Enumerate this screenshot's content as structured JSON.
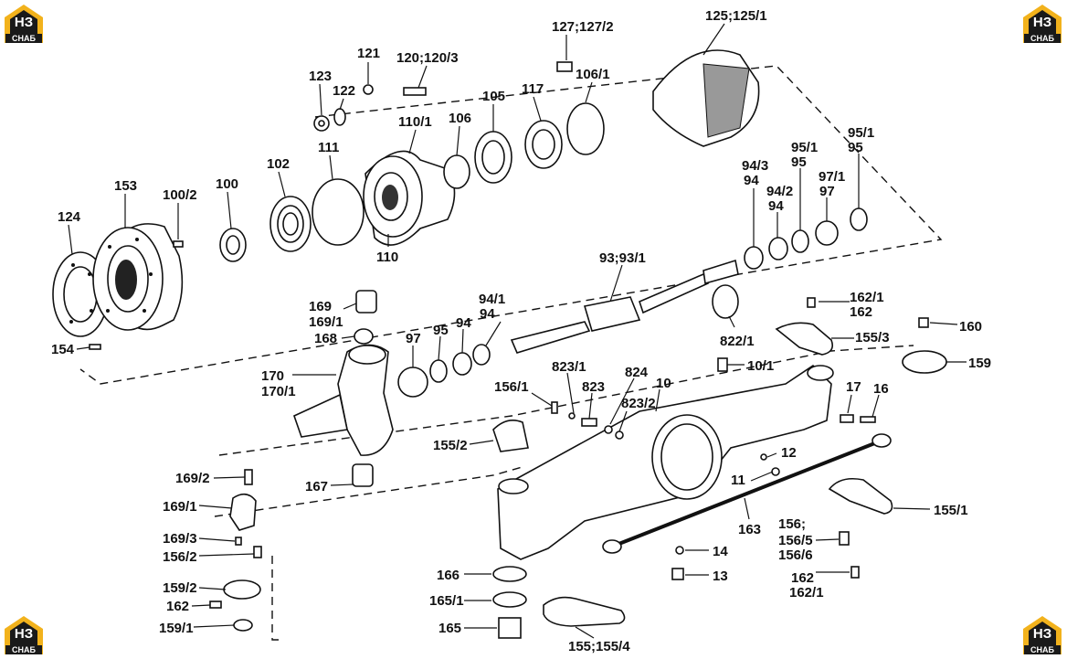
{
  "brand": {
    "logo_top": "НЗ",
    "logo_bottom": "СНАБ"
  },
  "labels": {
    "l121": "121",
    "l123": "123",
    "l122": "122",
    "l120": "120;120/3",
    "l127": "127;127/2",
    "l125": "125;125/1",
    "l106_1": "106/1",
    "l117": "117",
    "l105": "105",
    "l106": "106",
    "l110_1": "110/1",
    "l111": "111",
    "l102": "102",
    "l100": "100",
    "l100_2": "100/2",
    "l153": "153",
    "l124": "124",
    "l110": "110",
    "l154": "154",
    "l95_1a": "95/1",
    "l95a": "95",
    "l95_1b": "95/1",
    "l95b": "95",
    "l94_3": "94/3",
    "l94a": "94",
    "l94_2": "94/2",
    "l94b": "94",
    "l97_1": "97/1",
    "l97a": "97",
    "l93": "93;93/1",
    "l169": "169",
    "l169_1a": "169/1",
    "l168": "168",
    "l94_1": "94/1",
    "l94c": "94",
    "l97b": "97",
    "l95c": "95",
    "l94d": "94",
    "l162_1a": "162/1",
    "l162a": "162",
    "l155_3": "155/3",
    "l160": "160",
    "l822_1": "822/1",
    "l159": "159",
    "l10_1": "10/1",
    "l170": "170",
    "l170_1": "170/1",
    "l823_1": "823/1",
    "l823": "823",
    "l824": "824",
    "l10": "10",
    "l156_1": "156/1",
    "l823_2": "823/2",
    "l17": "17",
    "l16": "16",
    "l155_2": "155/2",
    "l12": "12",
    "l169_2": "169/2",
    "l167": "167",
    "l11": "11",
    "l155_1": "155/1",
    "l169_1b": "169/1",
    "l163": "163",
    "l169_3": "169/3",
    "l156": "156;",
    "l156_5": "156/5",
    "l156_6": "156/6",
    "l156_2": "156/2",
    "l14": "14",
    "l166": "166",
    "l13": "13",
    "l162b": "162",
    "l162_1b": "162/1",
    "l159_2": "159/2",
    "l162c": "162",
    "l165_1": "165/1",
    "l159_1": "159/1",
    "l165": "165",
    "l155_4": "155;155/4"
  }
}
